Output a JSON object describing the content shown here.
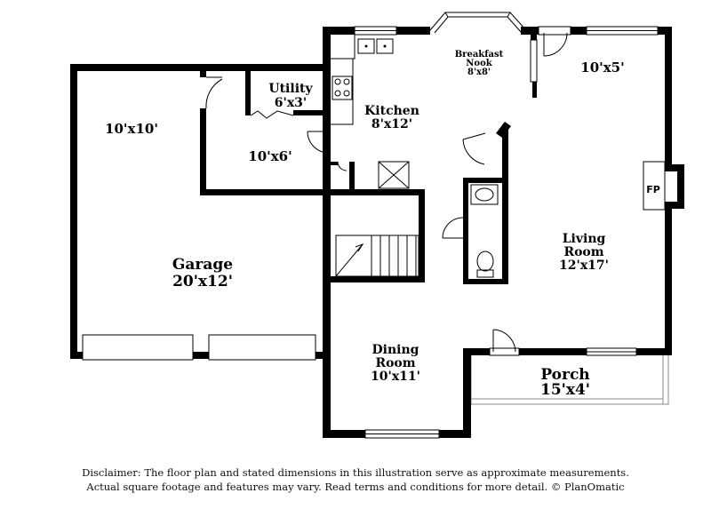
{
  "rooms": {
    "garage": {
      "name": "Garage",
      "size": "20'x12'"
    },
    "garage_storage": {
      "size": "10'x10'"
    },
    "utility": {
      "name": "Utility",
      "size": "6'x3'"
    },
    "mudroom": {
      "size": "10'x6'"
    },
    "kitchen": {
      "name": "Kitchen",
      "size": "8'x12'"
    },
    "breakfast_nook": {
      "name_line1": "Breakfast",
      "name_line2": "Nook",
      "size": "8'x8'"
    },
    "foyer_room": {
      "size": "10'x5'"
    },
    "living_room": {
      "name_line1": "Living",
      "name_line2": "Room",
      "size": "12'x17'"
    },
    "dining_room": {
      "name_line1": "Dining",
      "name_line2": "Room",
      "size": "10'x11'"
    },
    "porch": {
      "name": "Porch",
      "size": "15'x4'"
    },
    "fireplace": {
      "label": "FP"
    }
  },
  "disclaimer": {
    "line1": "Disclaimer: The floor plan and stated dimensions in this illustration serve as approximate measurements.",
    "line2": "Actual square footage and features may vary. Read terms and conditions for more detail. © PlanOmatic"
  }
}
